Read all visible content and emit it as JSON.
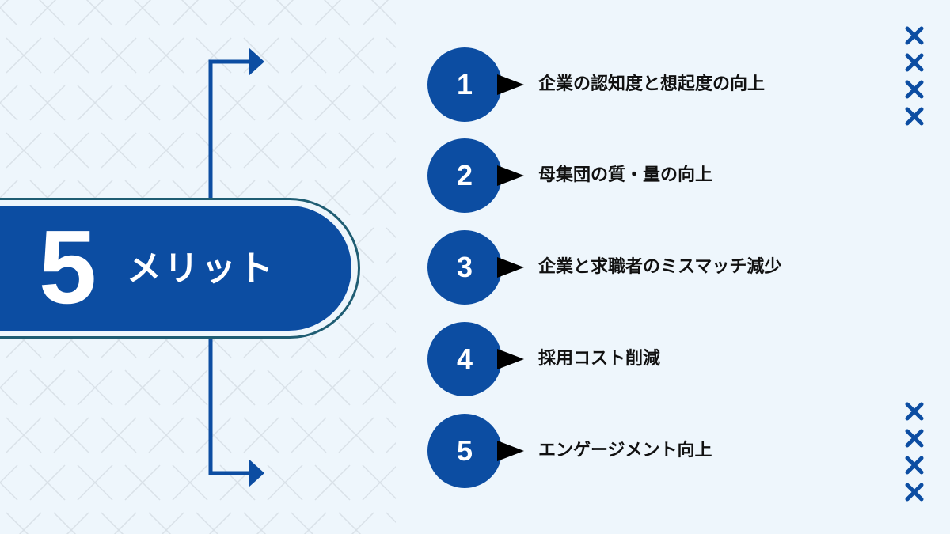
{
  "colors": {
    "accent": "#0c4da2",
    "background": "#eef6fc",
    "outline": "#1f5d73"
  },
  "heading": {
    "number": "5",
    "label": "メリット"
  },
  "items": [
    {
      "num": "1",
      "label": "企業の認知度と想起度の向上"
    },
    {
      "num": "2",
      "label": "母集団の質・量の向上"
    },
    {
      "num": "3",
      "label": "企業と求職者のミスマッチ減少"
    },
    {
      "num": "4",
      "label": "採用コスト削減"
    },
    {
      "num": "5",
      "label": "エンゲージメント向上"
    }
  ],
  "decorations": {
    "pattern_icon": "x-pattern",
    "x_marks_icon": "x-mark-icon"
  }
}
